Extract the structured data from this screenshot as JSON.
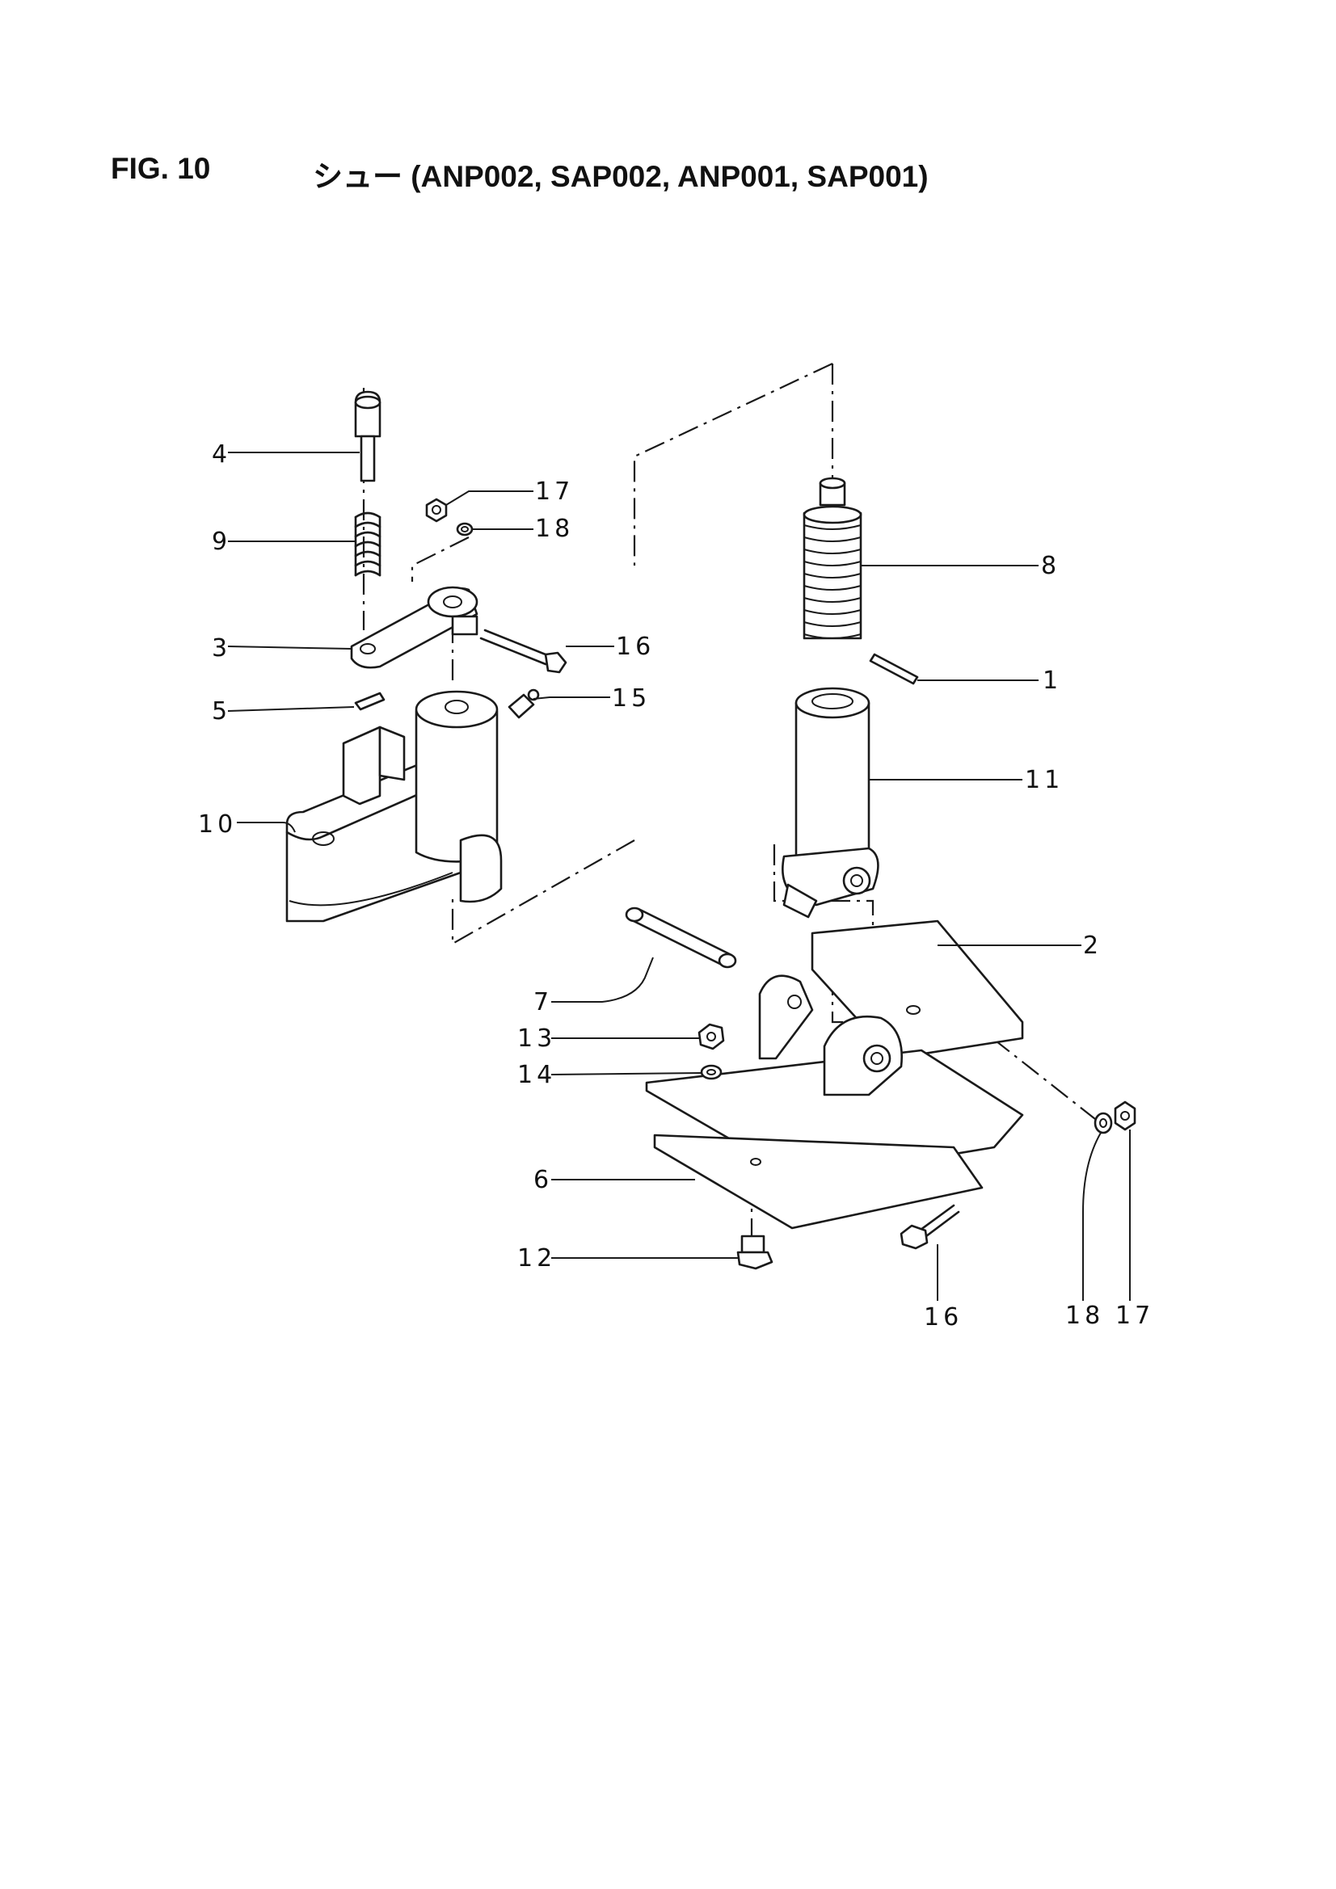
{
  "figure": {
    "number": "FIG. 10",
    "title": "シュー (ANP002, SAP002, ANP001, SAP001)"
  },
  "part_labels": {
    "p1": "1",
    "p2": "2",
    "p3": "3",
    "p4": "4",
    "p5": "5",
    "p6": "6",
    "p7": "7",
    "p8": "8",
    "p9": "9",
    "p10": "10",
    "p11": "11",
    "p12": "12",
    "p13": "13",
    "p14": "14",
    "p15": "15",
    "p16a": "16",
    "p16b": "16",
    "p17a": "17",
    "p17b": "17",
    "p18a": "18",
    "p18b": "18"
  }
}
